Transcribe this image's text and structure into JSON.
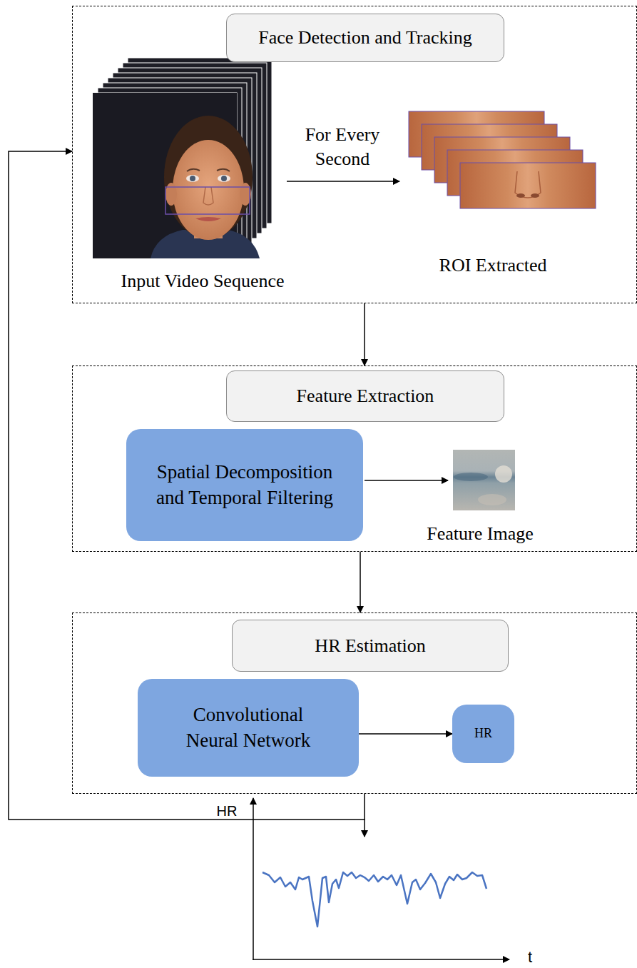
{
  "diagram": {
    "nodes": [
      {
        "text": [
          "Input Video Sequence",
          "ROI Extracted"
        ]
      },
      {
        "text": [
          "Face Detection and Tracking"
        ],
        "in": 0
      },
      {
        "text": [
          "Feature Image"
        ]
      },
      {
        "text": [
          "Feature Extraction"
        ],
        "in": 2
      },
      {
        "text": [
          "Spatial Decomposition and Temporal Filtering"
        ],
        "in": 2
      },
      {
        "text": []
      },
      {
        "text": [
          "HR Estimation"
        ],
        "in": 5
      },
      {
        "text": [
          "Convolutional Neural Network"
        ],
        "in": 5
      },
      {
        "text": [
          "HR"
        ],
        "in": 5
      }
    ],
    "edges": [
      {
        "from": 0,
        "to": 2,
        "arrow": "to"
      },
      {
        "from": 2,
        "to": 5,
        "arrow": "to"
      },
      {
        "from": 7,
        "to": 8,
        "arrow": "to"
      },
      {
        "from": 5,
        "to": 0,
        "arrow": "to"
      }
    ],
    "labels": [
      "For Every Second",
      "HR",
      "t"
    ]
  }
}
